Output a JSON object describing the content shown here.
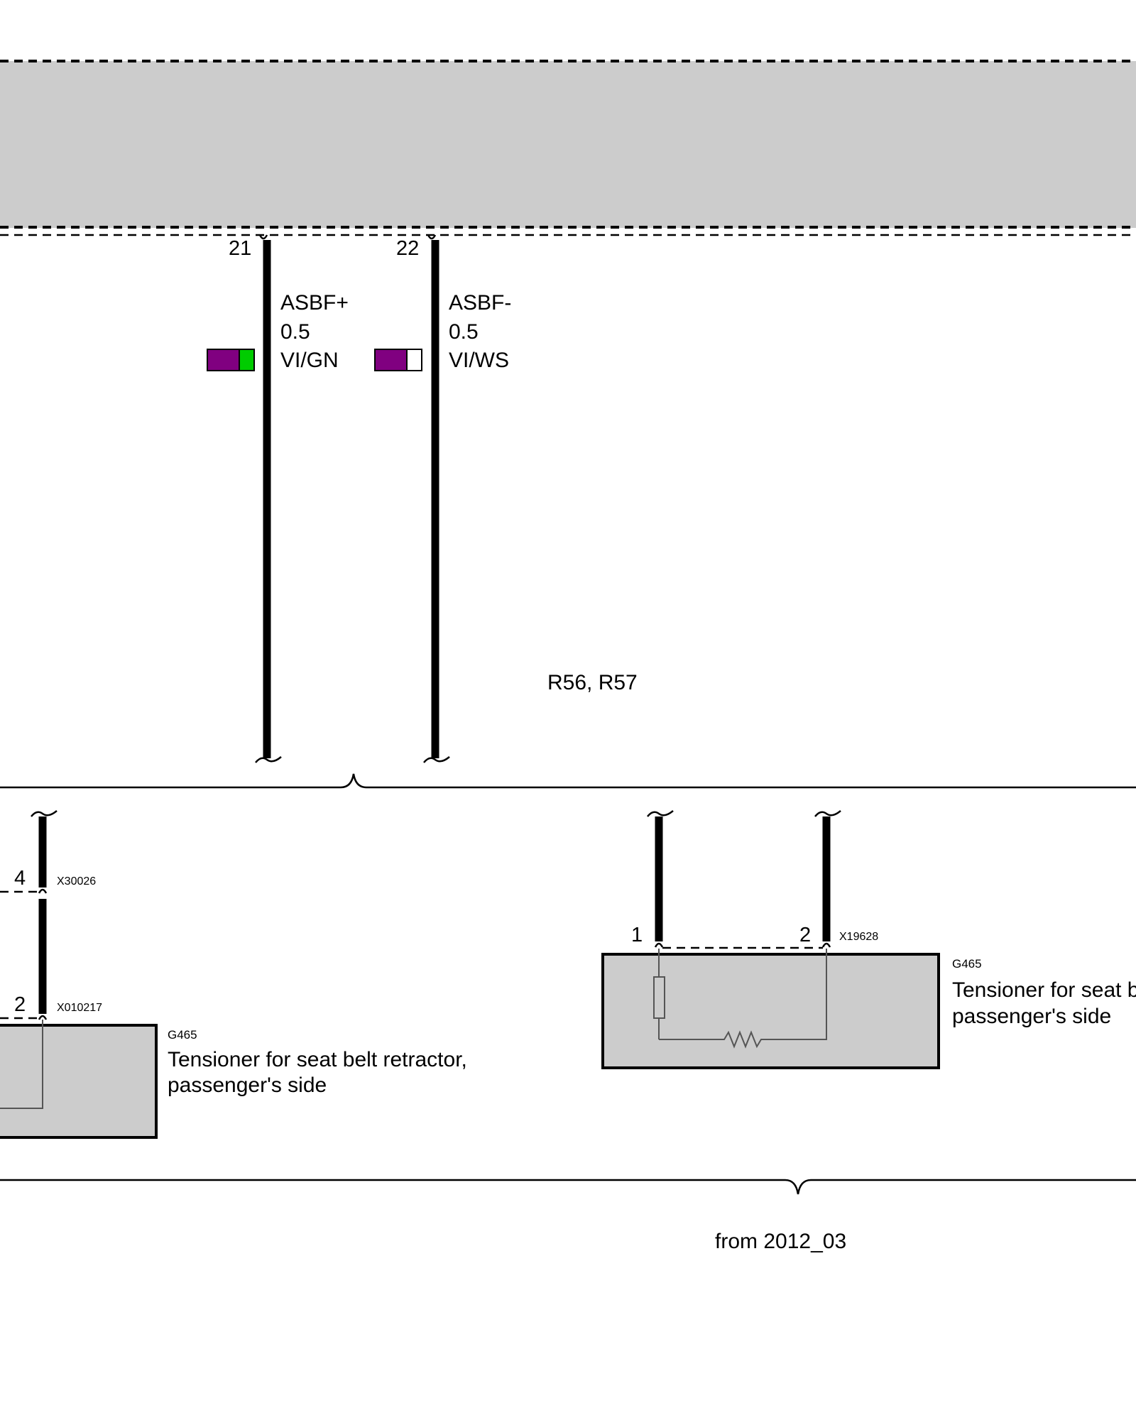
{
  "colors": {
    "module_fill": "#cccccc",
    "component_fill": "#cccccc",
    "violet": "#800080",
    "green": "#00cc00",
    "white": "#ffffff"
  },
  "wires": [
    {
      "pin": "21",
      "signal": "ASBF+",
      "gauge": "0.5",
      "color_code": "VI/GN"
    },
    {
      "pin": "22",
      "signal": "ASBF-",
      "gauge": "0.5",
      "color_code": "VI/WS"
    }
  ],
  "variant_label": "R56, R57",
  "left_branch": {
    "upper_connector": {
      "pin": "4",
      "name": "X30026"
    },
    "lower_connector": {
      "pin": "2",
      "name": "X010217"
    },
    "component": {
      "code": "G465",
      "line1": "Tensioner for seat belt retractor,",
      "line2": "passenger's side"
    }
  },
  "right_branch": {
    "connector": {
      "pin1": "1",
      "pin2": "2",
      "name": "X19628"
    },
    "component": {
      "code": "G465",
      "line1": "Tensioner for seat b",
      "line2": "passenger's side"
    }
  },
  "date_label": "from 2012_03"
}
